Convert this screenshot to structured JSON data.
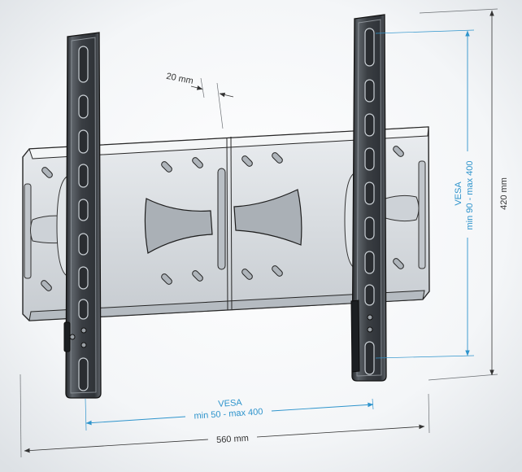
{
  "dimensions": {
    "gap_label": "20 mm",
    "vertical_vesa": {
      "title": "VESA",
      "range": "min 90 - max 400"
    },
    "height_label": "420 mm",
    "horizontal_vesa": {
      "title": "VESA",
      "range": "min 50 - max 400"
    },
    "width_label": "560 mm"
  },
  "colors": {
    "vesa_dimension": "#2e94cc",
    "overall_dimension": "#333333"
  }
}
